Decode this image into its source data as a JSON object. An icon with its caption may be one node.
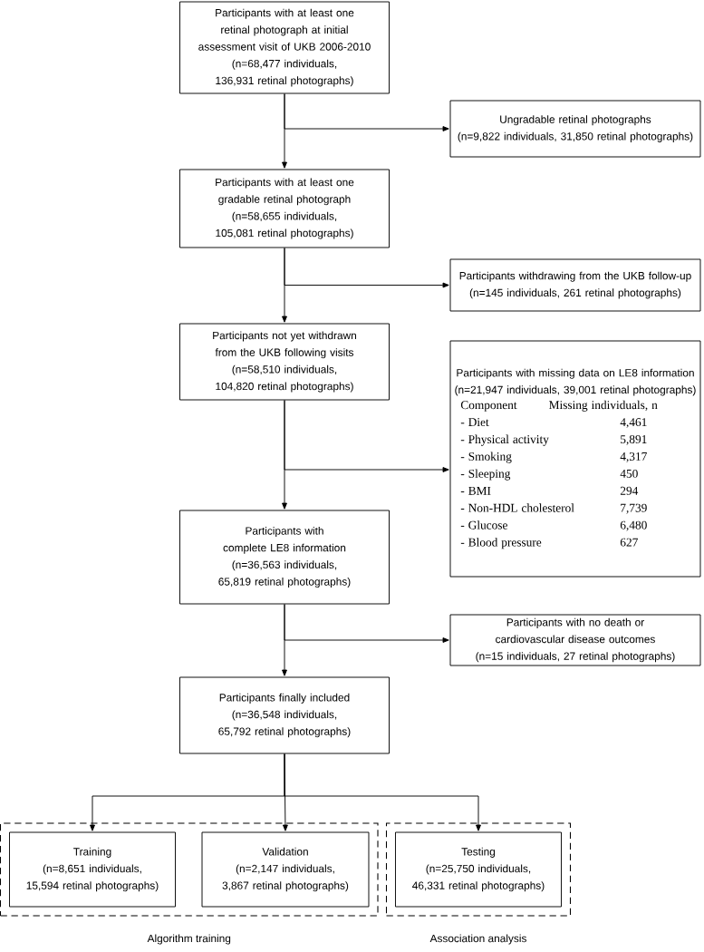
{
  "diagram": {
    "nodes": [
      {
        "text": [
          "Participants with at least one retinal photograph at initial assessment visit of UKB 2006-2010",
          "(n=68,477 individuals, 136,931 retinal photographs)"
        ]
      },
      {
        "text": [
          "Ungradable retinal photographs",
          "(n=9,822 individuals, 31,850 retinal photographs)"
        ]
      },
      {
        "text": [
          "Participants with at least one gradable retinal photograph",
          "(n=58,655 individuals, 105,081 retinal photographs)"
        ]
      },
      {
        "text": [
          "Participants withdrawing from the UKB follow-up",
          "(n=145 individuals, 261 retinal photographs)"
        ]
      },
      {
        "text": [
          "Participants not yet withdrawn from the UKB following visits",
          "(n=58,510 individuals, 104,820 retinal photographs)"
        ]
      },
      {
        "text": [
          "Participants with missing data on LE8 information",
          "(n=21,947 individuals, 39,001 retinal photographs)",
          "Component",
          "Missing individuals, n",
          "- Diet",
          "4,461",
          "- Physical activity",
          "5,891",
          "- Smoking",
          "4,317",
          "- Sleeping",
          "450",
          "- BMI",
          "294",
          "- Non-HDL cholesterol",
          "7,739",
          "- Glucose",
          "6,480",
          "- Blood pressure",
          "627"
        ]
      },
      {
        "text": [
          "Participants with complete LE8 information",
          "(n=36,563 individuals, 65,819 retinal photographs)"
        ]
      },
      {
        "text": [
          "Participants with no death or cardiovascular disease outcomes",
          "(n=15 individuals, 27 retinal photographs)"
        ]
      },
      {
        "text": [
          "Participants finally included",
          "(n=36,548 individuals, 65,792 retinal photographs)"
        ]
      },
      {
        "text": [
          "Algorithm training"
        ]
      },
      {
        "text": [
          "Training",
          "(n=8,651 individuals, 15,594 retinal photographs)"
        ],
        "in": 9
      },
      {
        "text": [
          "Validation",
          "(n=2,147 individuals, 3,867 retinal photographs)"
        ],
        "in": 9
      },
      {
        "text": [
          "Association analysis"
        ]
      },
      {
        "text": [
          "Testing",
          "(n=25,750 individuals, 46,331 retinal photographs)"
        ],
        "in": 12
      }
    ],
    "edges": [
      {
        "from": 0,
        "to": 2,
        "arrow": "to"
      },
      {
        "from": 0,
        "to": 1,
        "arrow": "to"
      },
      {
        "from": 2,
        "to": 4,
        "arrow": "to"
      },
      {
        "from": 2,
        "to": 3,
        "arrow": "to"
      },
      {
        "from": 4,
        "to": 6,
        "arrow": "to"
      },
      {
        "from": 4,
        "to": 5,
        "arrow": "to"
      },
      {
        "from": 6,
        "to": 8,
        "arrow": "to"
      },
      {
        "from": 6,
        "to": 7,
        "arrow": "to"
      },
      {
        "from": 8,
        "to": 10,
        "arrow": "to"
      },
      {
        "from": 8,
        "to": 11,
        "arrow": "to"
      },
      {
        "from": 8,
        "to": 13,
        "arrow": "to"
      }
    ]
  }
}
